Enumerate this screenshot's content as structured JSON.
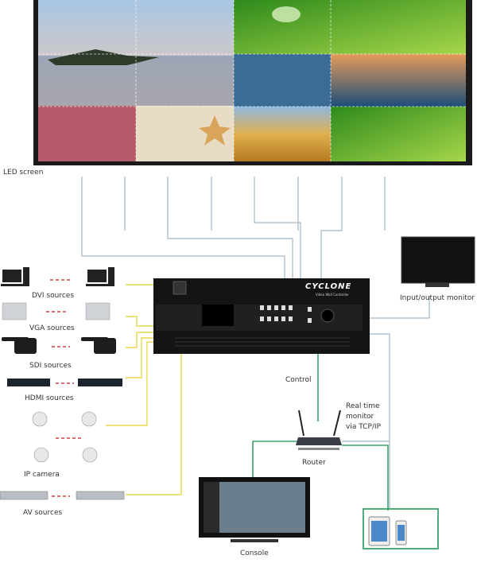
{
  "led_label": "LED screen",
  "controller": {
    "brand": "CYCLONE",
    "subtitle": "Video Wall Controller"
  },
  "sources": {
    "dvi": "DVI sources",
    "vga": "VGA sources",
    "sdi": "SDI sources",
    "hdmi": "HDMI sources",
    "ip": "IP camera",
    "av": "AV sources"
  },
  "monitor_label": "Input/output monitor",
  "control_label": "Control",
  "realtime_label": [
    "Real time",
    "monitor",
    "via TCP/IP"
  ],
  "router_label": "Router",
  "console_label": "Console",
  "colors": {
    "video": "#9fb8c8",
    "input": "#e8d84a",
    "network": "#3aa36a",
    "dash": "#d04040"
  }
}
